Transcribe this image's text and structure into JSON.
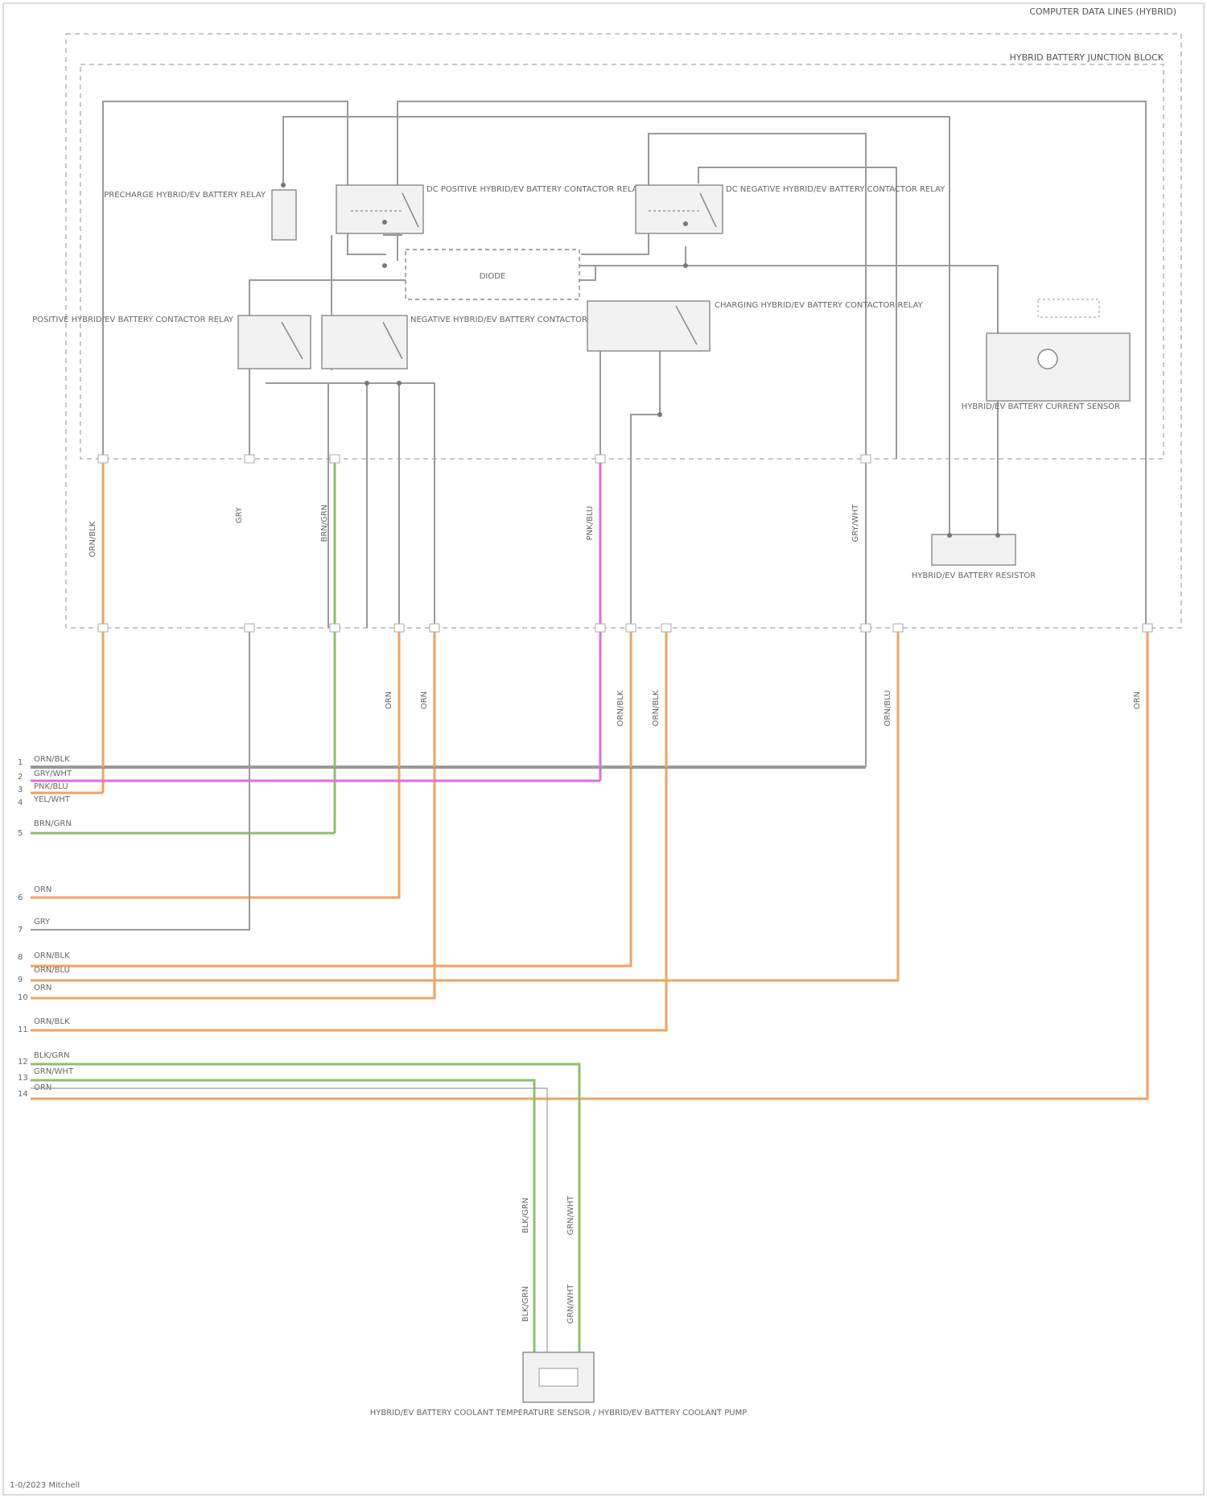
{
  "diagram": {
    "module_title": "COMPUTER DATA LINES (HYBRID)",
    "junction_box_title": "HYBRID BATTERY JUNCTION BLOCK",
    "relays": [
      {
        "id": "precharge",
        "label": "PRECHARGE HYBRID/EV BATTERY RELAY"
      },
      {
        "id": "dc_positive",
        "label": "DC POSITIVE HYBRID/EV BATTERY CONTACTOR RELAY"
      },
      {
        "id": "dc_negative",
        "label": "DC NEGATIVE HYBRID/EV BATTERY CONTACTOR RELAY"
      },
      {
        "id": "positive_main",
        "label": "POSITIVE HYBRID/EV BATTERY CONTACTOR RELAY"
      },
      {
        "id": "negative_main",
        "label": "NEGATIVE HYBRID/EV BATTERY CONTACTOR RELAY"
      },
      {
        "id": "charging",
        "label": "CHARGING HYBRID/EV BATTERY CONTACTOR RELAY"
      }
    ],
    "center_box_label": "DIODE",
    "current_sensor_label": "HYBRID/EV BATTERY CURRENT SENSOR",
    "resistor_label": "HYBRID/EV BATTERY RESISTOR",
    "bottom_component_label": "HYBRID/EV BATTERY COOLANT TEMPERATURE SENSOR / HYBRID/EV BATTERY COOLANT PUMP",
    "pin_labels": [
      {
        "num": "1",
        "color": "ORN/BLK"
      },
      {
        "num": "2",
        "color": "GRY/WHT"
      },
      {
        "num": "3",
        "color": "PNK/BLU"
      },
      {
        "num": "4",
        "color": "YEL/WHT"
      },
      {
        "num": "5",
        "color": "BRN/GRN"
      },
      {
        "num": "6",
        "color": "ORN"
      },
      {
        "num": "7",
        "color": "GRY"
      },
      {
        "num": "8",
        "color": "ORN/BLK"
      },
      {
        "num": "9",
        "color": "ORN/BLU"
      },
      {
        "num": "10",
        "color": "ORN"
      },
      {
        "num": "11",
        "color": "ORN/BLK"
      },
      {
        "num": "12",
        "color": "BLK/GRN"
      },
      {
        "num": "13",
        "color": "GRN/WHT"
      },
      {
        "num": "14",
        "color": "ORN"
      }
    ],
    "vertical_wire_labels": [
      {
        "id": "v1",
        "text": "ORN/BLK"
      },
      {
        "id": "v2",
        "text": "GRY"
      },
      {
        "id": "v3",
        "text": "BRN/GRN"
      },
      {
        "id": "v4",
        "text": "ORN"
      },
      {
        "id": "v5",
        "text": "ORN"
      },
      {
        "id": "v6",
        "text": "PNK/BLU"
      },
      {
        "id": "v7",
        "text": "ORN/BLK"
      },
      {
        "id": "v8",
        "text": "ORN/BLK"
      },
      {
        "id": "v9",
        "text": "GRY/WHT"
      },
      {
        "id": "v10",
        "text": "ORN/BLU"
      },
      {
        "id": "v11",
        "text": "ORN"
      }
    ],
    "bottom_wire_labels": [
      {
        "id": "b1",
        "text": "BLK/GRN"
      },
      {
        "id": "b2",
        "text": "GRN/WHT"
      },
      {
        "id": "b3",
        "text": "BLK/GRN"
      },
      {
        "id": "b4",
        "text": "GRN/WHT"
      }
    ],
    "footer_code": "1-0/2023 Mitchell"
  }
}
